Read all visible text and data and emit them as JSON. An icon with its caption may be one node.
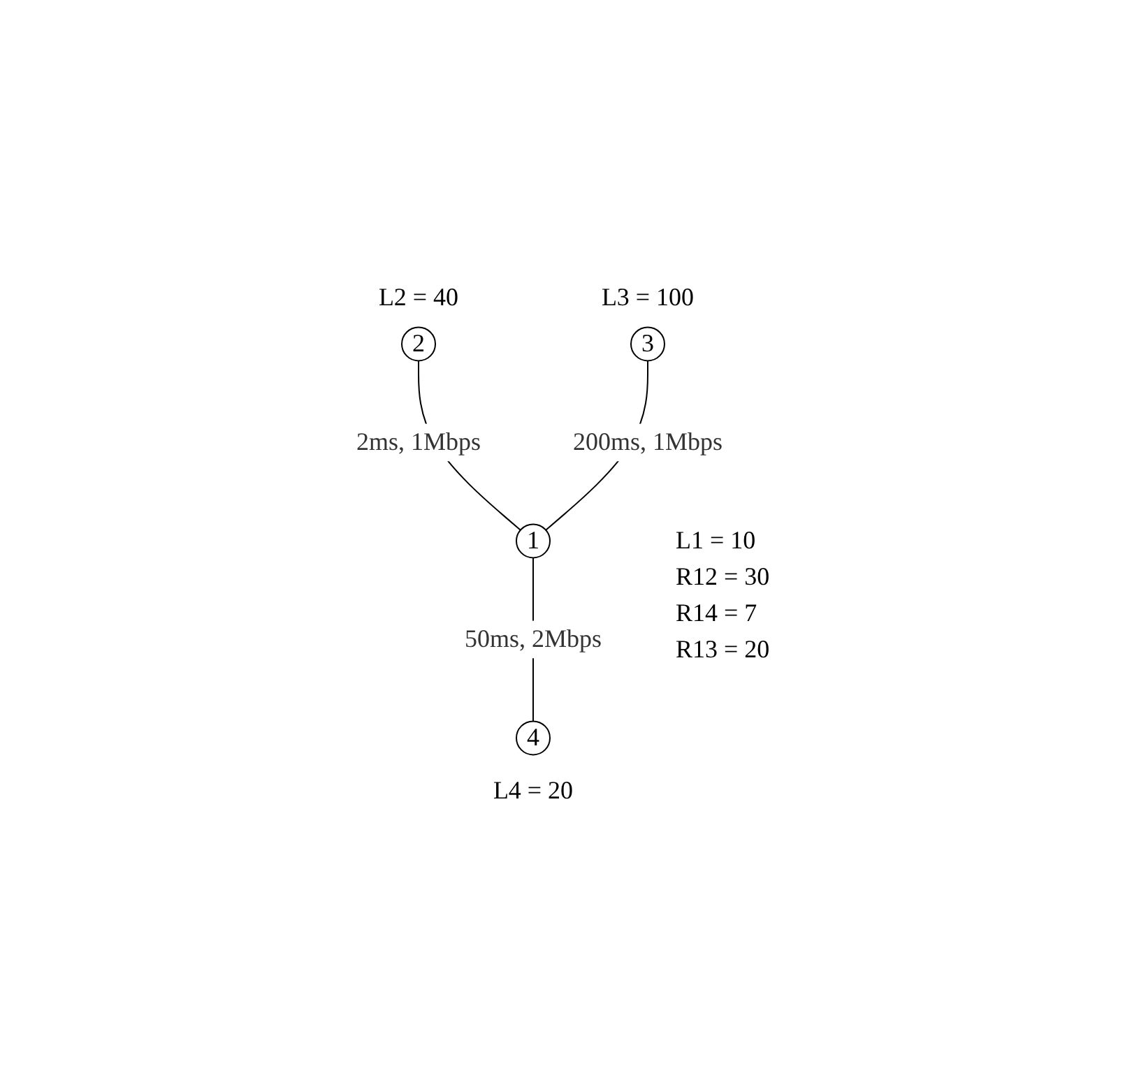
{
  "diagram": {
    "nodes": [
      {
        "text": [
          "2"
        ],
        "beside": [
          "L2 = 40"
        ]
      },
      {
        "text": [
          "3"
        ],
        "beside": [
          "L3 = 100"
        ]
      },
      {
        "text": [
          "1"
        ],
        "beside": [
          "L1 = 10",
          "R12 = 30",
          "R14 = 7",
          "R13 = 20"
        ]
      },
      {
        "text": [
          "4"
        ],
        "beside": [
          "L4 = 20"
        ]
      }
    ],
    "edges": [
      {
        "from": 0,
        "to": 2,
        "arrow": "none",
        "label": "2ms, 1Mbps"
      },
      {
        "from": 1,
        "to": 2,
        "arrow": "none",
        "label": "200ms, 1Mbps"
      },
      {
        "from": 2,
        "to": 3,
        "arrow": "none",
        "label": "50ms, 2Mbps"
      }
    ]
  }
}
